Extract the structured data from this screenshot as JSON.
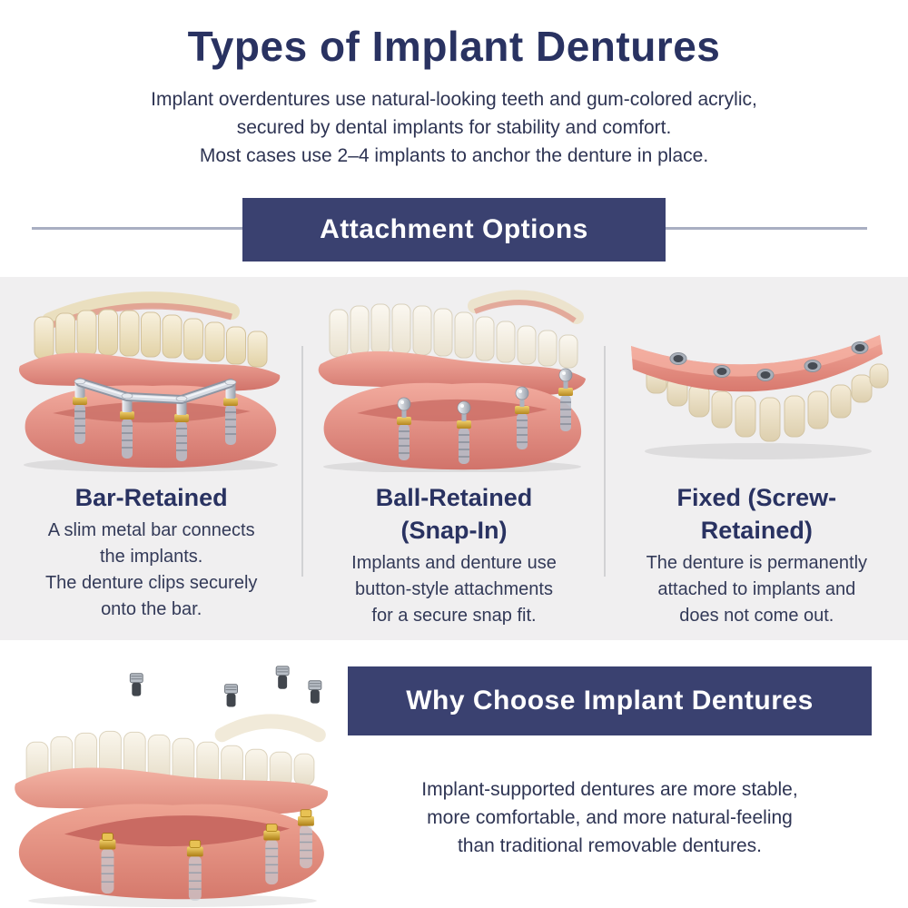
{
  "colors": {
    "navy_banner": "#3a4170",
    "heading_navy": "#293261",
    "body_text": "#2e3453",
    "section_bg": "#f0eff0",
    "rule_line": "#a9afc2",
    "column_divider": "#d2d2d4",
    "banner_text": "#ffffff"
  },
  "header": {
    "title": "Types of Implant Dentures",
    "intro": "Implant overdentures use natural-looking teeth and gum-colored acrylic,\nsecured by dental implants for stability and comfort.\nMost cases use 2–4 implants to anchor the denture in place."
  },
  "attachment_section": {
    "banner_label": "Attachment Options",
    "options": [
      {
        "title": "Bar-Retained",
        "description": "A slim metal bar connects\nthe implants.\nThe denture clips securely\nonto the bar.",
        "illustration": "lower denture floating above gum ridge with four implants joined by a slim metal bar"
      },
      {
        "title": "Ball-Retained\n(Snap-In)",
        "description": "Implants and denture use\nbutton-style attachments\nfor a secure snap fit.",
        "illustration": "lower denture floating above gum ridge with four ball-top snap attachment implants"
      },
      {
        "title": "Fixed (Screw-\nRetained)",
        "description": "The denture is permanently\nattached to implants and\ndoes not come out.",
        "illustration": "fixed full-arch denture with screw access holes in the gum side"
      }
    ]
  },
  "why_section": {
    "banner_label": "Why Choose Implant Dentures",
    "body": "Implant-supported dentures are more stable,\nmore comfortable, and more natural-feeling\nthan traditional removable dentures.",
    "illustration": "denture lifted above jaw with tongue, four gold implant attachments and floating screws"
  }
}
